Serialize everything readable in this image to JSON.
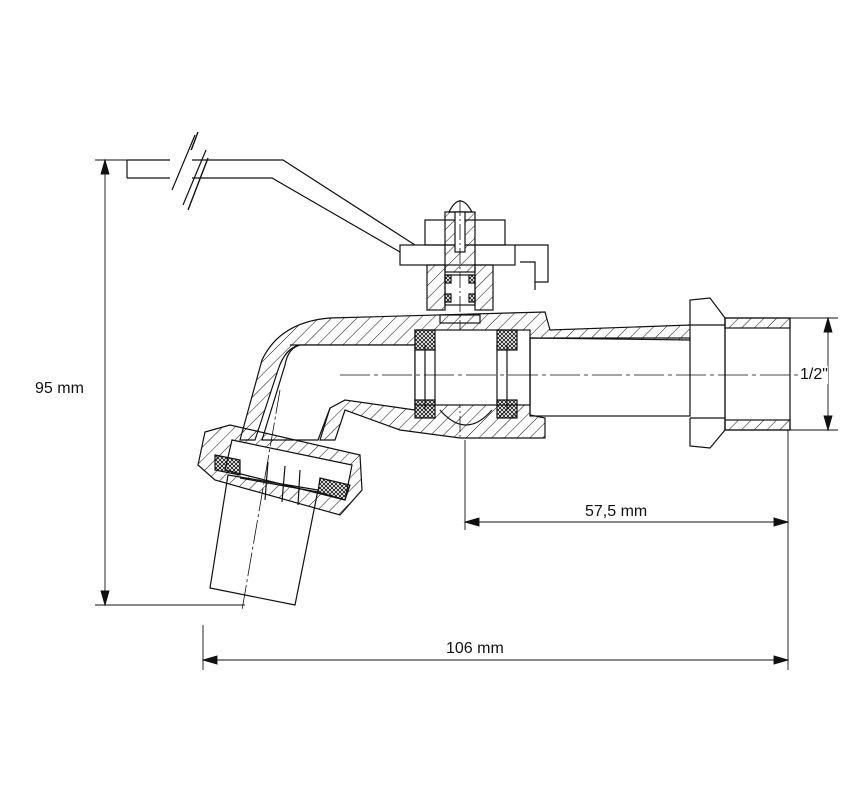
{
  "dimensions": {
    "height": "95 mm",
    "length": "106 mm",
    "outlet_length": "57,5 mm",
    "thread": "1/2\""
  },
  "colors": {
    "line": "#111111",
    "background": "#ffffff"
  }
}
